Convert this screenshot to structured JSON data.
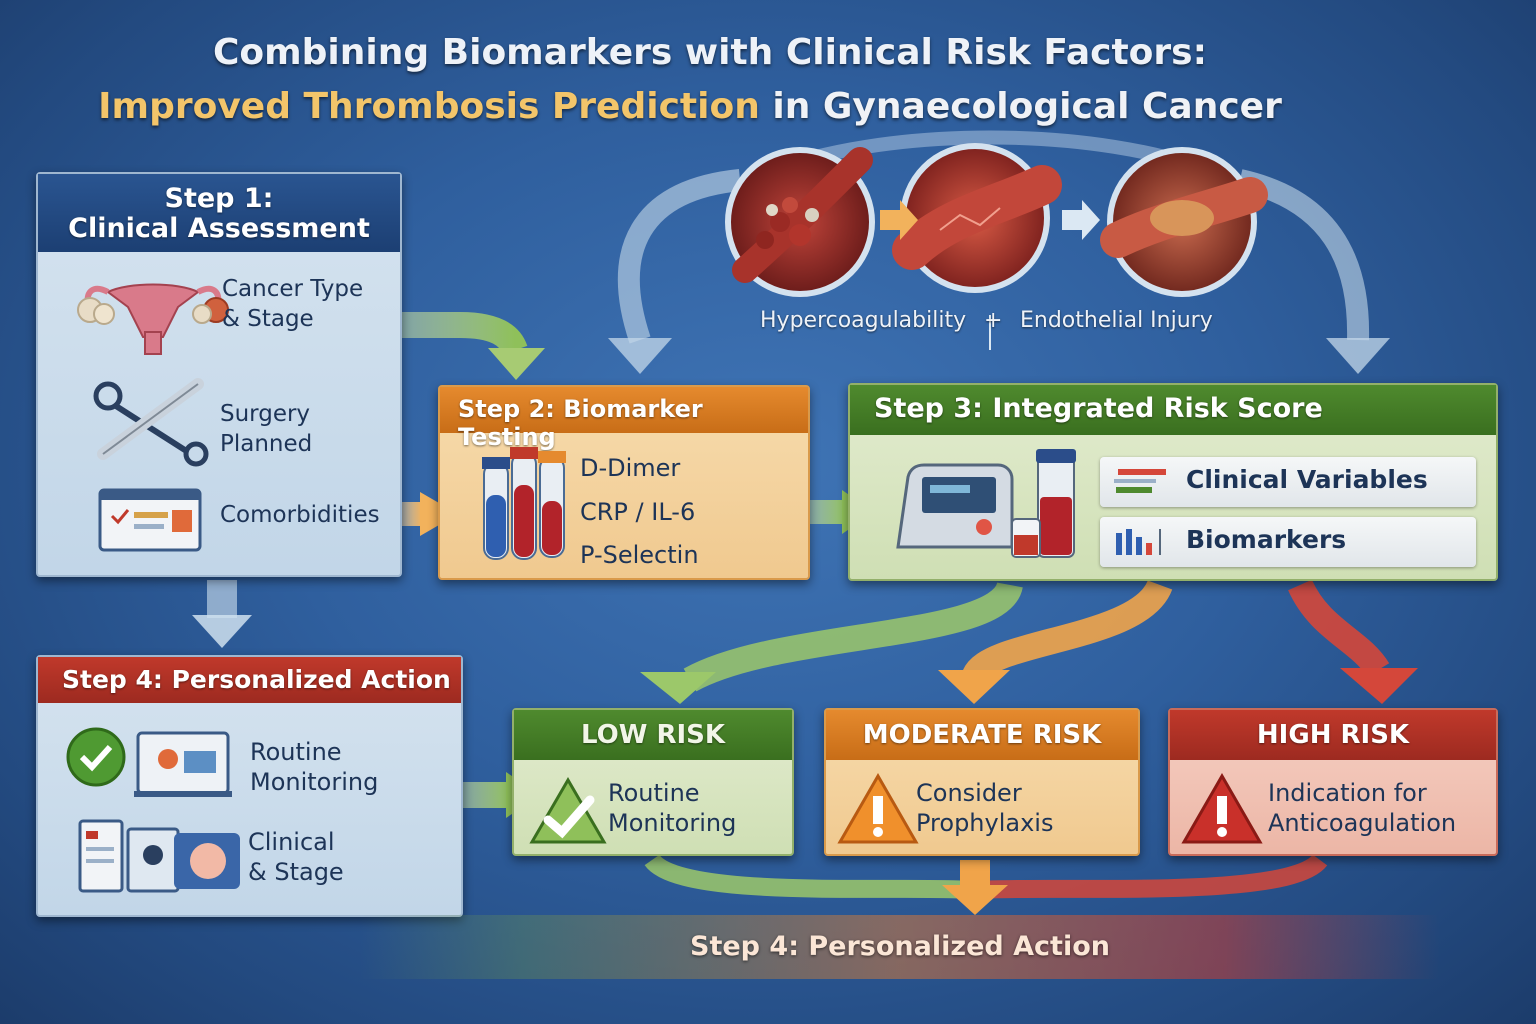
{
  "header": {
    "title_line1": "Combining Biomarkers with Clinical Risk Factors:",
    "title_line2_highlight": "Improved Thrombosis Prediction",
    "title_line2_rest": " in Gynaecological Cancer"
  },
  "mechanisms": {
    "left": "Hypercoagulability",
    "separator": "+",
    "right": "Endothelial Injury"
  },
  "step1": {
    "title_line1": "Step 1:",
    "title_line2": "Clinical Assessment",
    "items": [
      {
        "line1": "Cancer Type",
        "line2": "& Stage",
        "icon": "uterus-ovaries-icon"
      },
      {
        "line1": "Surgery",
        "line2": "Planned",
        "icon": "surgical-instruments-icon"
      },
      {
        "line1": "Comorbidities",
        "line2": "",
        "icon": "medical-record-screen-icon"
      }
    ]
  },
  "step2": {
    "title": "Step 2: Biomarker Testing",
    "markers": [
      "D-Dimer",
      "CRP / IL-6",
      "P-Selectin"
    ],
    "icon": "blood-tubes-icon"
  },
  "step3": {
    "title": "Step 3: Integrated Risk Score",
    "inputs": [
      {
        "label": "Clinical Variables",
        "icon": "list-lines-icon"
      },
      {
        "label": "Biomarkers",
        "icon": "bar-chart-icon"
      }
    ],
    "icon": "analyzer-device-icon"
  },
  "step4_panel": {
    "title": "Step 4: Personalized Action",
    "items": [
      {
        "line1": "Routine",
        "line2": "Monitoring",
        "icon": "checkmark-circle-icon"
      },
      {
        "line1": "Clinical",
        "line2": "& Stage",
        "icon": "patient-records-icon"
      }
    ]
  },
  "risk_levels": [
    {
      "title": "LOW RISK",
      "line1": "Routine",
      "line2": "Monitoring",
      "icon": "check-icon",
      "color": "#4f8a2e"
    },
    {
      "title": "MODERATE RISK",
      "line1": "Consider",
      "line2": "Prophylaxis",
      "icon": "warning-icon",
      "color": "#e58a2e"
    },
    {
      "title": "HIGH RISK",
      "line1": "Indication for",
      "line2": "Anticoagulation",
      "icon": "warning-icon",
      "color": "#c0392b"
    }
  ],
  "bottom_label": "Step 4: Personalized Action"
}
